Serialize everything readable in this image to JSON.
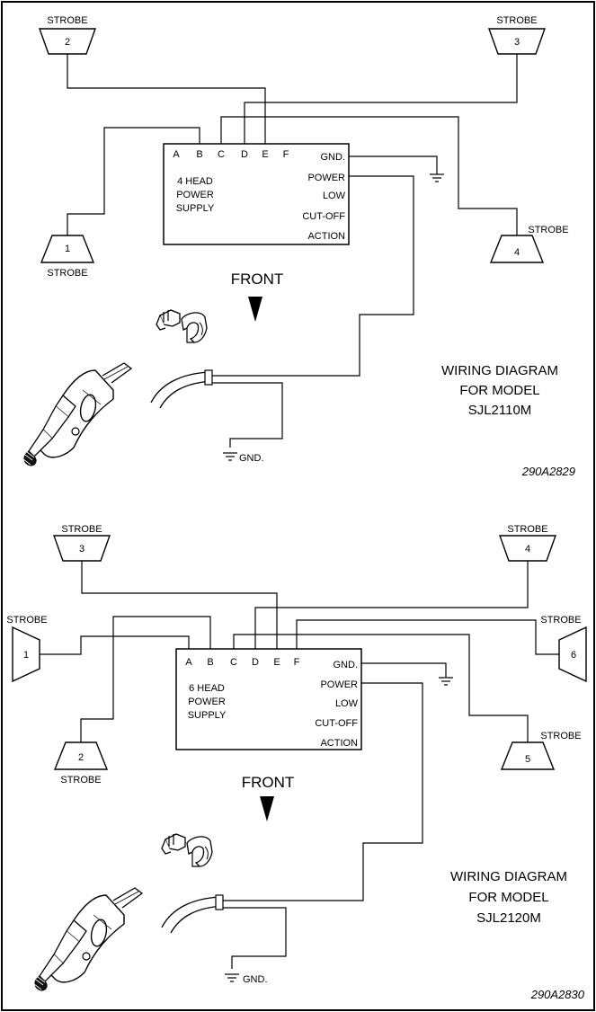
{
  "top": {
    "strobe_label": "STROBE",
    "heads": [
      "1",
      "2",
      "3",
      "4"
    ],
    "terminals": [
      "A",
      "B",
      "C",
      "D",
      "E",
      "F"
    ],
    "supply_lines": [
      "4 HEAD",
      "POWER",
      "SUPPLY"
    ],
    "outputs": [
      "GND.",
      "POWER",
      "LOW",
      "CUT-OFF",
      "ACTION"
    ],
    "front_label": "FRONT",
    "plug_gnd_label": "GND.",
    "title_lines": [
      "WIRING DIAGRAM",
      "FOR MODEL",
      "SJL2110M"
    ],
    "part_number": "290A2829"
  },
  "bottom": {
    "strobe_label": "STROBE",
    "heads": [
      "1",
      "2",
      "3",
      "4",
      "5",
      "6"
    ],
    "terminals": [
      "A",
      "B",
      "C",
      "D",
      "E",
      "F"
    ],
    "supply_lines": [
      "6 HEAD",
      "POWER",
      "SUPPLY"
    ],
    "outputs": [
      "GND.",
      "POWER",
      "LOW",
      "CUT-OFF",
      "ACTION"
    ],
    "front_label": "FRONT",
    "plug_gnd_label": "GND.",
    "title_lines": [
      "WIRING DIAGRAM",
      "FOR MODEL",
      "SJL2120M"
    ],
    "part_number": "290A2830"
  }
}
